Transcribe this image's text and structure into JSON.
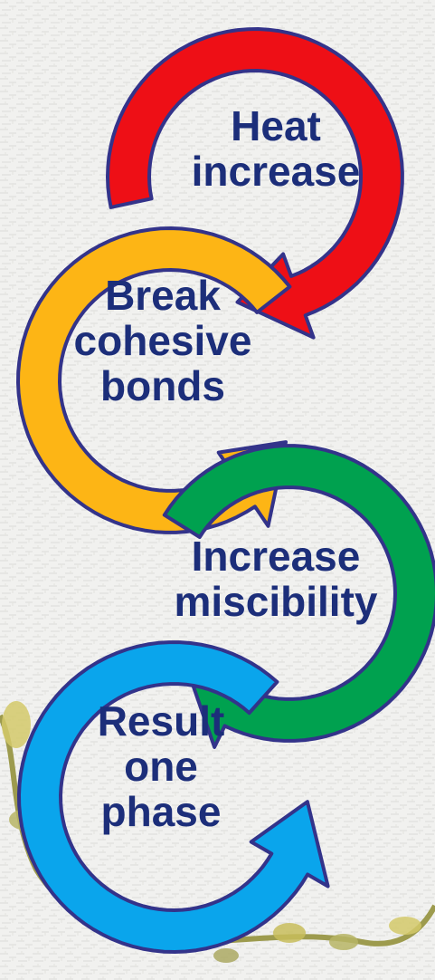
{
  "cycle_steps": [
    {
      "lines": [
        "Heat",
        "increase"
      ],
      "color": "#ee0f16"
    },
    {
      "lines": [
        "Break",
        "cohesive",
        "bonds"
      ],
      "color": "#fdb515"
    },
    {
      "lines": [
        "Increase",
        "miscibility"
      ],
      "color": "#00a14f"
    },
    {
      "lines": [
        "Result",
        "one",
        "phase"
      ],
      "color": "#0aa5ec"
    }
  ],
  "colors": {
    "outline": "#33338a",
    "label_text": "#1c2e7a",
    "background": "#f1f1ef",
    "vine": "#b7b565"
  }
}
